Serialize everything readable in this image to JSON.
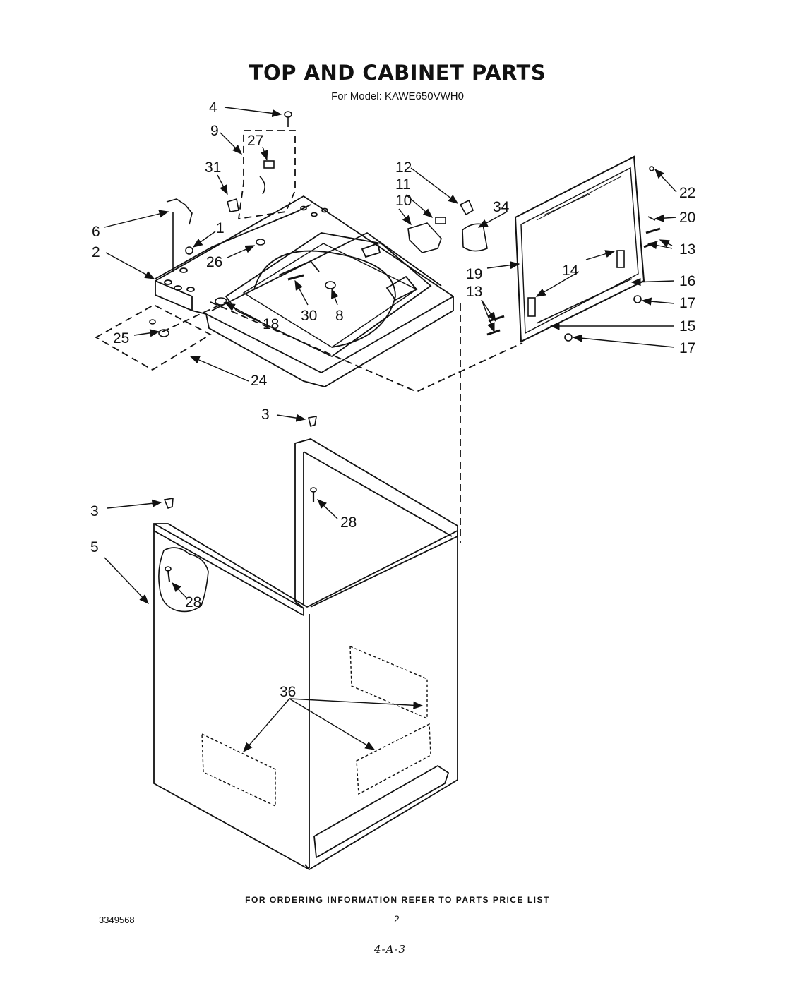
{
  "header": {
    "title": "TOP AND CABINET PARTS",
    "subtitle": "For Model: KAWE650VWH0"
  },
  "callouts": {
    "c1": "1",
    "c2": "2",
    "c3a": "3",
    "c3b": "3",
    "c4": "4",
    "c5": "5",
    "c6": "6",
    "c8": "8",
    "c9": "9",
    "c10": "10",
    "c11": "11",
    "c12": "12",
    "c13a": "13",
    "c13b": "13",
    "c14": "14",
    "c15": "15",
    "c16": "16",
    "c17a": "17",
    "c17b": "17",
    "c18": "18",
    "c19": "19",
    "c20": "20",
    "c22": "22",
    "c24": "24",
    "c25": "25",
    "c26": "26",
    "c27": "27",
    "c28a": "28",
    "c28b": "28",
    "c30": "30",
    "c31": "31",
    "c34": "34",
    "c36": "36"
  },
  "footer": {
    "ordering_note": "FOR ORDERING INFORMATION REFER TO PARTS PRICE LIST",
    "document_number": "3349568",
    "page_number": "2",
    "handwritten_mark": "4-A-3"
  }
}
